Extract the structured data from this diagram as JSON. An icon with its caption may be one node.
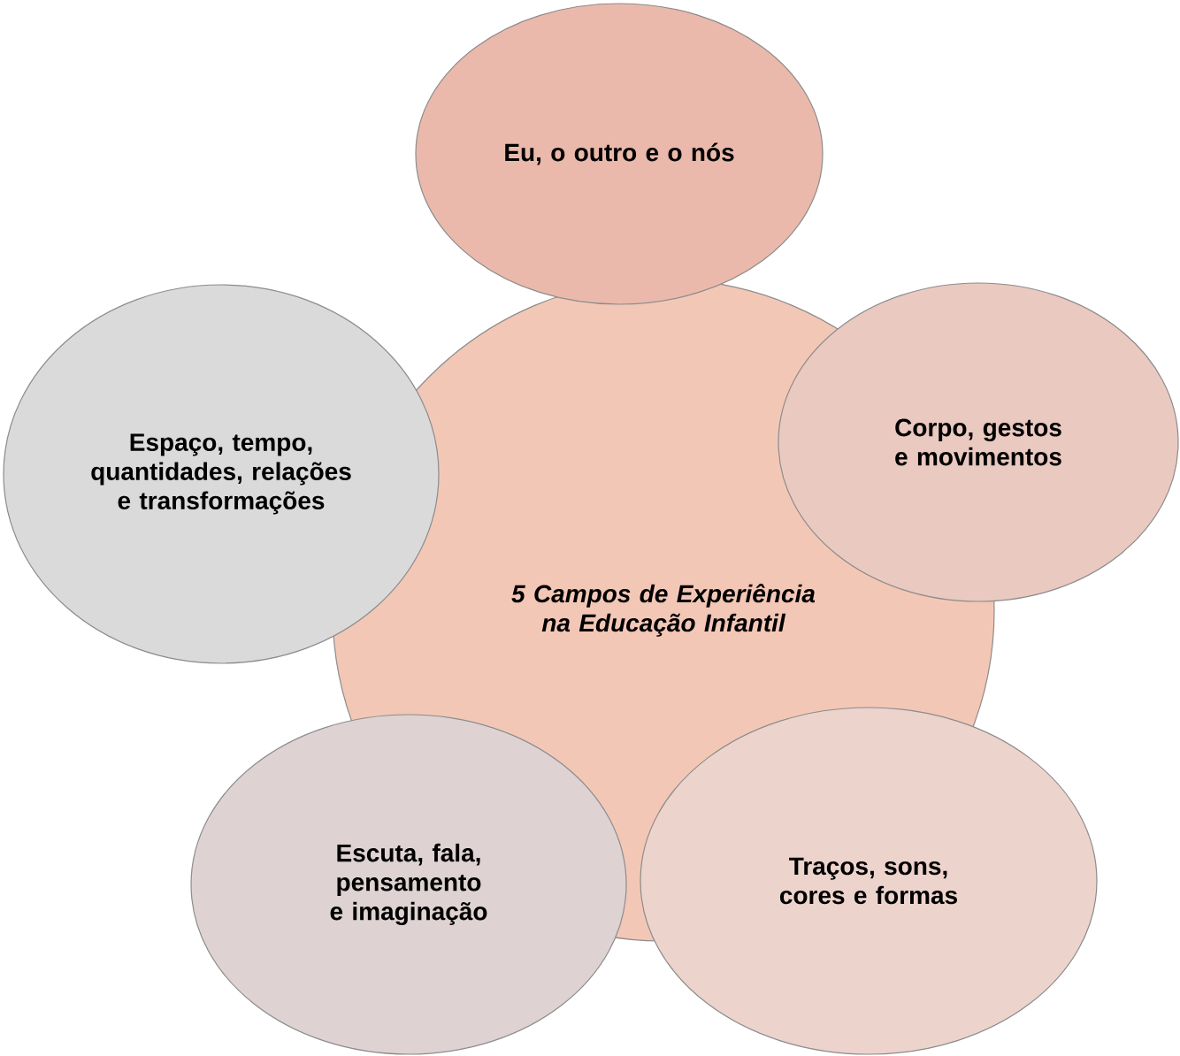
{
  "diagram": {
    "nodes": [
      {
        "text": [
          "5 Campos de Experiência na Educação Infantil"
        ]
      },
      {
        "text": [
          "Eu, o outro e o nós"
        ]
      },
      {
        "text": [
          "Corpo, gestos e movimentos"
        ]
      },
      {
        "text": [
          "Traços, sons, cores e formas"
        ]
      },
      {
        "text": [
          "Escuta, fala, pensamento e imaginação"
        ]
      },
      {
        "text": [
          "Espaço, tempo, quantidades, relações e transformações"
        ]
      }
    ]
  }
}
